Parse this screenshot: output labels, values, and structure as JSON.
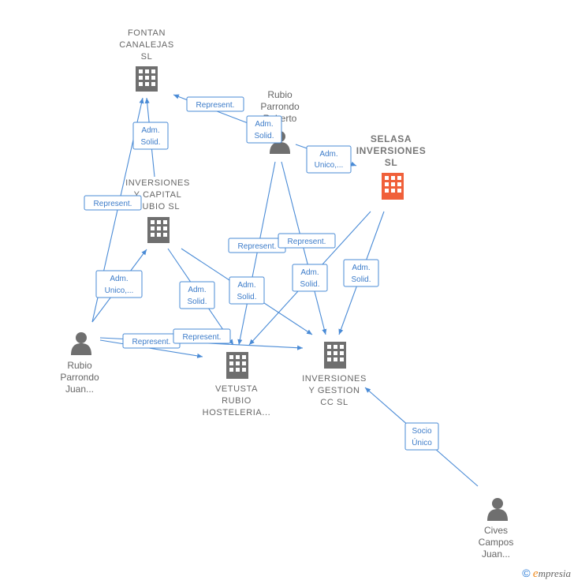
{
  "colors": {
    "edge": "#4a8bd6",
    "building": "#6f6f6f",
    "focus_building": "#f0603a",
    "person": "#6f6f6f"
  },
  "nodes": {
    "fontan": {
      "lines": [
        "FONTAN",
        "CANALEJAS",
        "SL"
      ],
      "icon": "building-icon"
    },
    "inversiones_capital": {
      "lines": [
        "INVERSIONES",
        "Y CAPITAL",
        "RUBIO  SL"
      ],
      "icon": "building-icon"
    },
    "selasa": {
      "lines": [
        "SELASA",
        "INVERSIONES",
        "SL"
      ],
      "icon": "building-icon"
    },
    "vetusta": {
      "lines": [
        "VETUSTA",
        "RUBIO",
        "HOSTELERIA..."
      ],
      "icon": "building-icon"
    },
    "inversiones_gestion": {
      "lines": [
        "INVERSIONES",
        "Y GESTION",
        "CC  SL"
      ],
      "icon": "building-icon"
    },
    "rubio_roberto": {
      "lines": [
        "Rubio",
        "Parrondo",
        "Roberto"
      ],
      "icon": "person-icon"
    },
    "rubio_juan": {
      "lines": [
        "Rubio",
        "Parrondo",
        "Juan..."
      ],
      "icon": "person-icon"
    },
    "cives": {
      "lines": [
        "Cives",
        "Campos",
        "Juan..."
      ],
      "icon": "person-icon"
    }
  },
  "edge_labels": {
    "represent": [
      "Represent."
    ],
    "adm_solid": [
      "Adm.",
      "Solid."
    ],
    "adm_unico": [
      "Adm.",
      "Unico,..."
    ],
    "socio_unico": [
      "Socio",
      "Único"
    ]
  },
  "footer": {
    "copyright_symbol": "©",
    "brand_e": "e",
    "brand_rest": "mpresia"
  }
}
